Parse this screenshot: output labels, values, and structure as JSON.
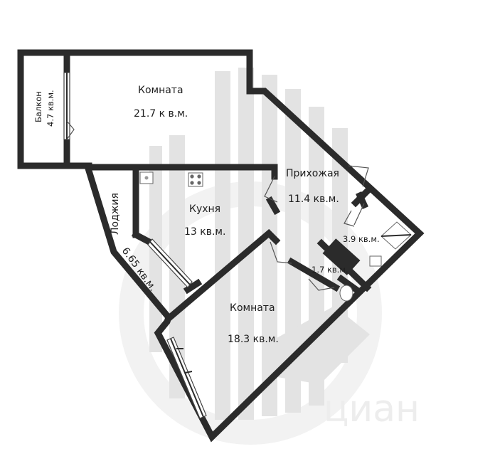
{
  "watermark": {
    "text": "циан"
  },
  "rooms": [
    {
      "id": "balcony",
      "name": "Балкон",
      "area": "4.7 кв.м."
    },
    {
      "id": "room1",
      "name": "Комната",
      "area": "21.7 к в.м."
    },
    {
      "id": "hallway",
      "name": "Прихожая",
      "area": "11.4 кв.м."
    },
    {
      "id": "kitchen",
      "name": "Кухня",
      "area": "13 кв.м."
    },
    {
      "id": "loggia",
      "name": "Лоджия",
      "area": "6.65 кв.м."
    },
    {
      "id": "bathroom",
      "name": "",
      "area": "3.9 кв.м."
    },
    {
      "id": "toilet",
      "name": "",
      "area": "1.7 кв.м."
    },
    {
      "id": "room2",
      "name": "Комната",
      "area": "18.3 кв.м."
    }
  ]
}
